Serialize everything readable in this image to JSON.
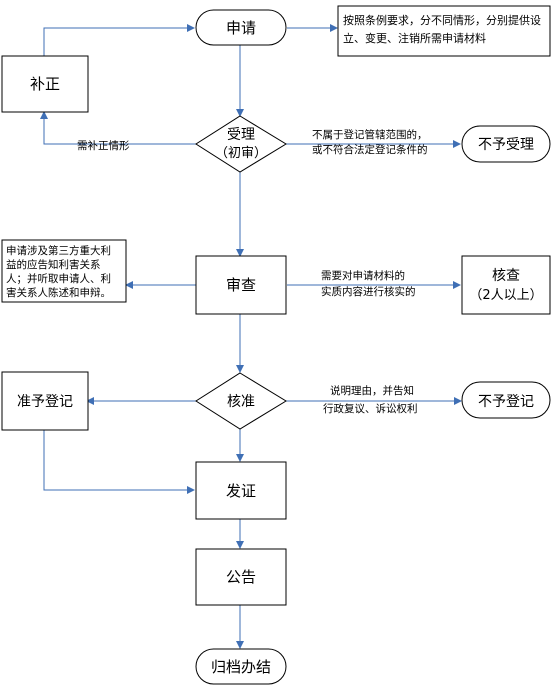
{
  "nodes": {
    "apply": "申请",
    "correct": "补正",
    "accept_line1": "受理",
    "accept_line2": "（初审）",
    "reject_accept": "不予受理",
    "review": "审查",
    "verify_line1": "核查",
    "verify_line2": "（2人以上）",
    "approve": "核准",
    "approve_register": "准予登记",
    "reject_register": "不予登记",
    "issue": "发证",
    "announce": "公告",
    "archive": "归档办结"
  },
  "notes": {
    "apply_note": [
      "按照条例要求，分不同情形，分别提供设",
      "立、变更、注销所需申请材料"
    ],
    "review_note": [
      "申请涉及第三方重大利",
      "益的应告知利害关系",
      "人；并听取申请人、利",
      "害关系人陈述和申辩。"
    ]
  },
  "edges": {
    "need_correction": "需补正情形",
    "not_accept": [
      "不属于登记管辖范围的，",
      "或不符合法定登记条件的"
    ],
    "need_verify": [
      "需要对申请材料的",
      "实质内容进行核实的"
    ],
    "explain": [
      "说明理由，并告知",
      "行政复议、诉讼权利"
    ]
  },
  "colors": {
    "arrow": "#3f6fb5",
    "stroke": "#000000",
    "fill": "#ffffff"
  }
}
